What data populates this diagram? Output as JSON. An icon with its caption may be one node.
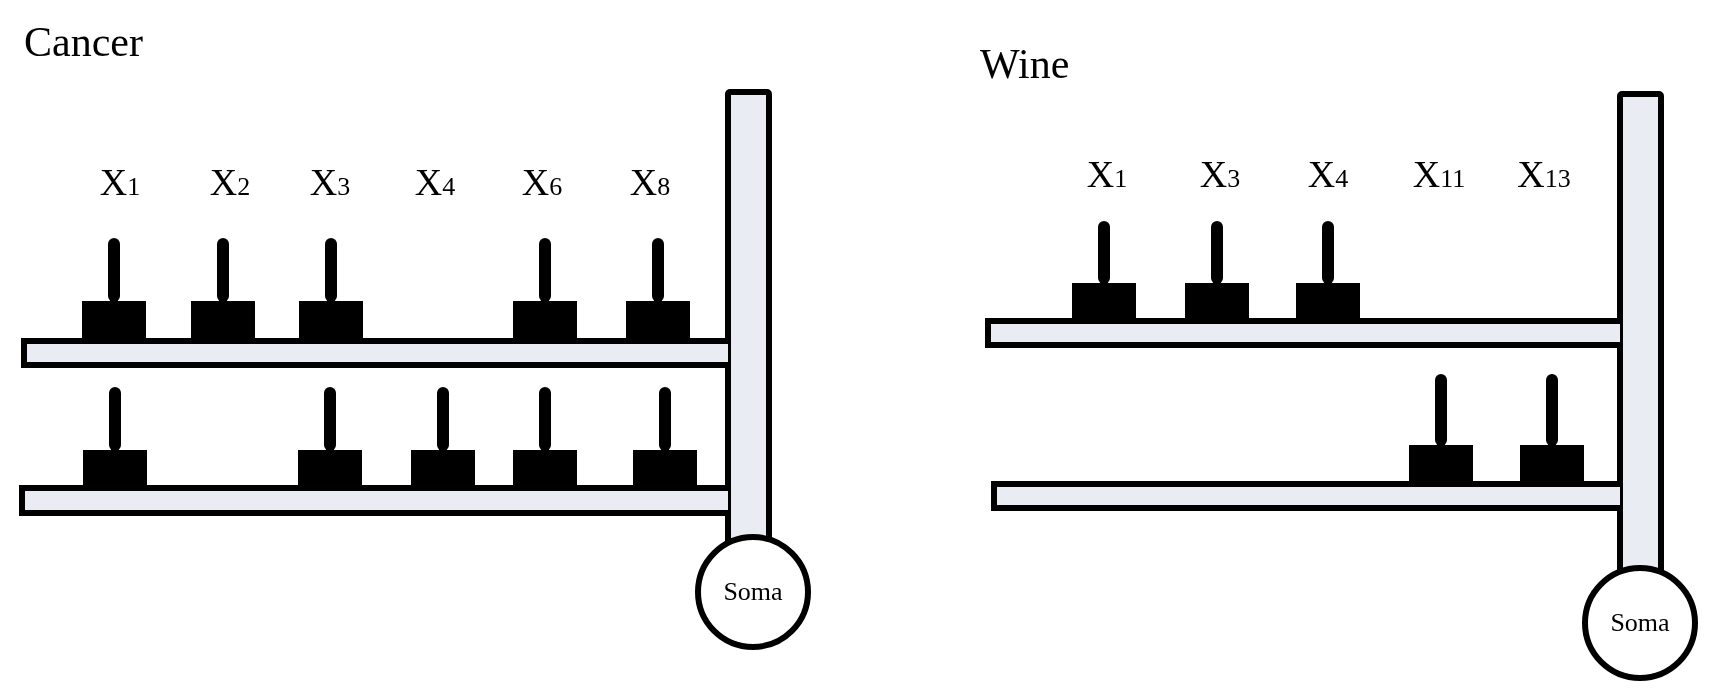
{
  "diagram": {
    "nodes": [
      {
        "text": [
          "Soma"
        ]
      },
      {
        "text": [
          "Soma"
        ]
      }
    ],
    "labels": [
      "Cancer",
      "X$_{1}$",
      "X$_{2}$",
      "X$_{3}$",
      "X$_{4}$",
      "X$_{6}$",
      "X$_{8}$",
      "Wine",
      "X$_{1}$",
      "X$_{3}$",
      "X$_{4}$",
      "X$_{11}$",
      "X$_{13}$"
    ]
  }
}
